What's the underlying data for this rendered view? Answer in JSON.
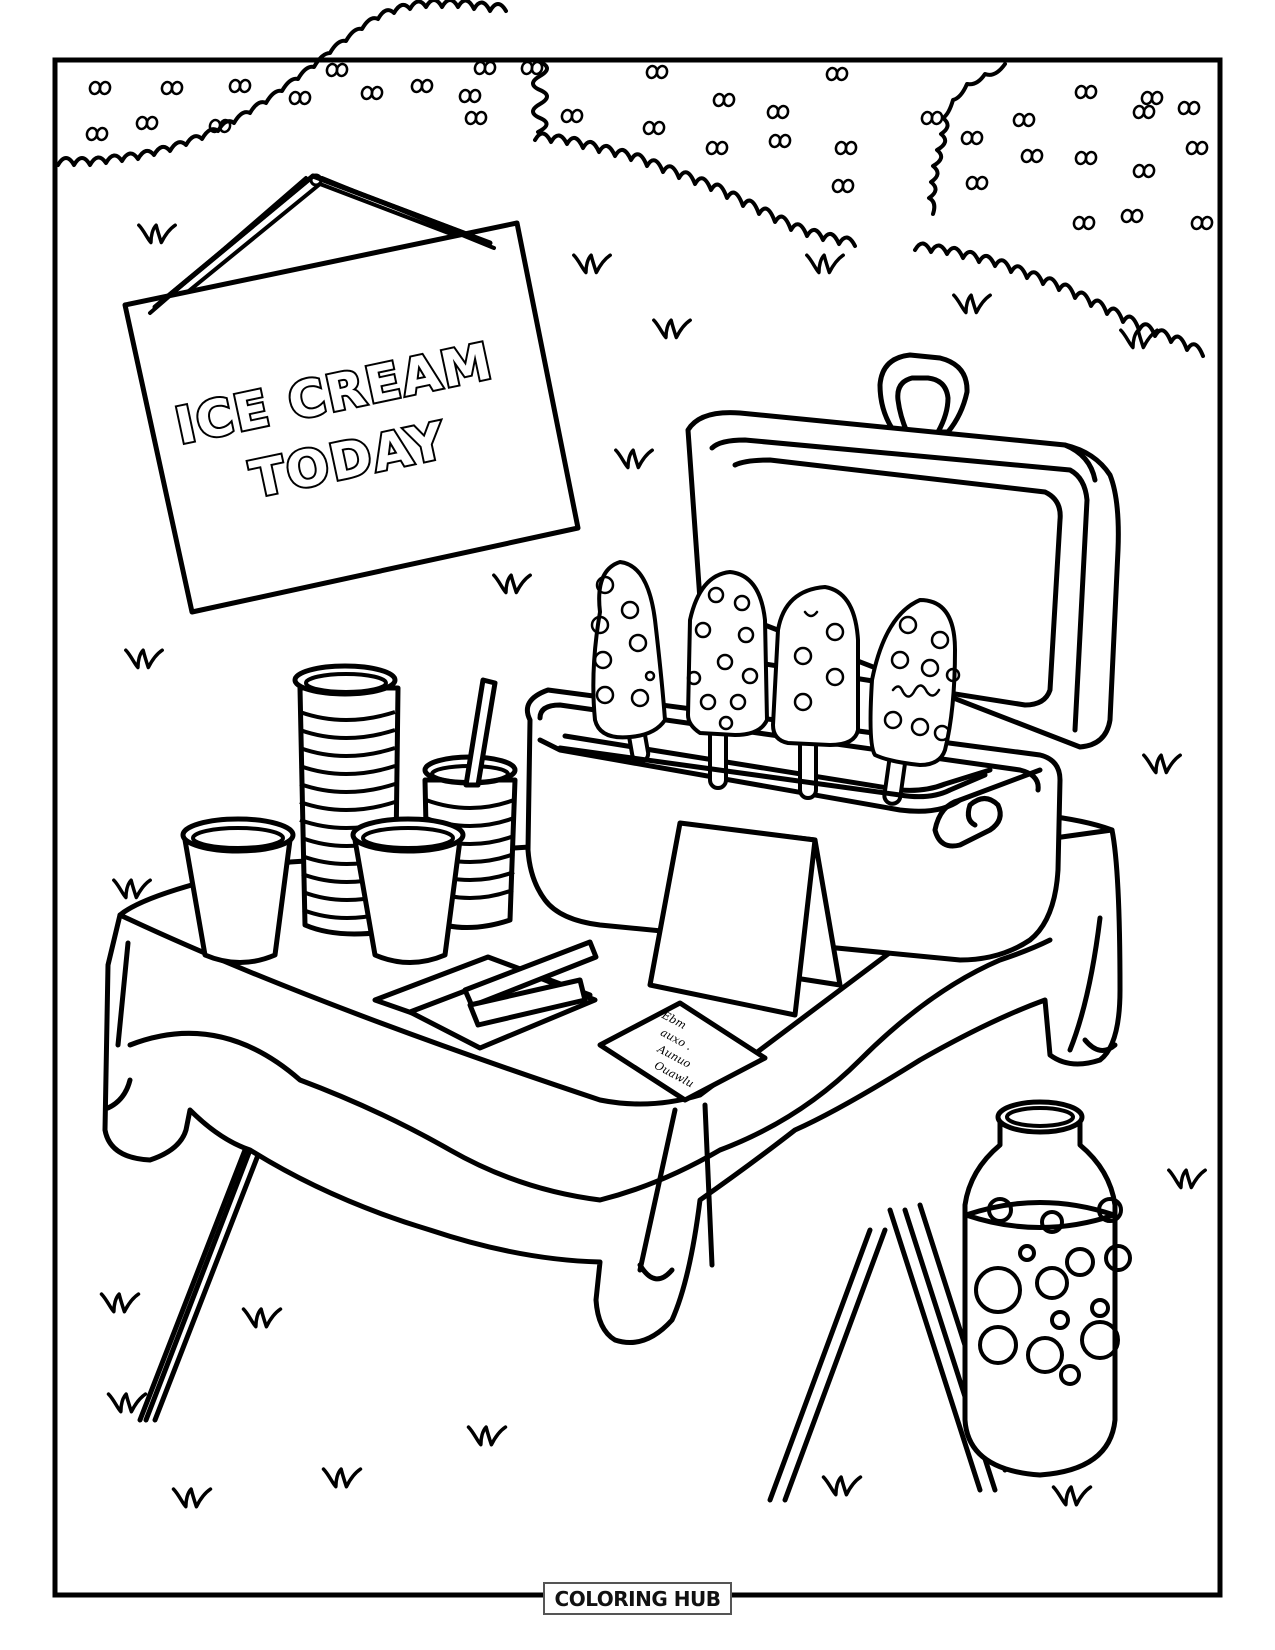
{
  "page": {
    "type": "coloring-page",
    "scene": "Ice cream stand on a table in a park"
  },
  "sign": {
    "line1": "ICE CREAM",
    "line2": "TODAY"
  },
  "note_card": {
    "lines": [
      "Ebm",
      "auxo .",
      "Aunuo",
      "Ouawlu"
    ]
  },
  "footer": {
    "brand": "COLORING HUB"
  },
  "colors": {
    "line": "#000000",
    "background": "#ffffff",
    "brand_border": "#555555"
  },
  "objects": [
    {
      "name": "hanging-sign"
    },
    {
      "name": "cooler-with-popsicles",
      "popsicle_count": 4
    },
    {
      "name": "stacked-cups-tall"
    },
    {
      "name": "stacked-cups-short-with-straw"
    },
    {
      "name": "cup-left"
    },
    {
      "name": "cup-center"
    },
    {
      "name": "napkins-and-popsicle-sticks"
    },
    {
      "name": "tent-card"
    },
    {
      "name": "note-card"
    },
    {
      "name": "tip-jar-with-coins"
    },
    {
      "name": "folding-table-with-tablecloth"
    },
    {
      "name": "bushes"
    },
    {
      "name": "grass-tufts"
    }
  ]
}
